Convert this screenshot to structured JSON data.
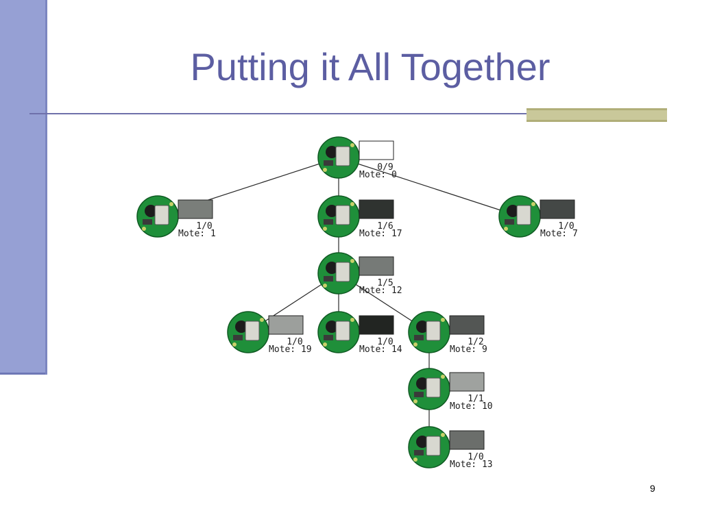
{
  "slide": {
    "title": "Putting it All Together",
    "page_number": "9"
  },
  "colors": {
    "sidebar": "#96a0d4",
    "title": "#5c5ea2",
    "rule": "#6e70aa",
    "accent": "#c9c89a",
    "mote_board": "#1f8f3a"
  },
  "tree": {
    "nodes": [
      {
        "id": "mote-0",
        "count": "0/9",
        "mote": "Mote: 0",
        "swatch": "#ffffff"
      },
      {
        "id": "mote-1",
        "count": "1/0",
        "mote": "Mote: 1",
        "swatch": "#7a7e7a"
      },
      {
        "id": "mote-17",
        "count": "1/6",
        "mote": "Mote: 17",
        "swatch": "#2f3330"
      },
      {
        "id": "mote-7",
        "count": "1/0",
        "mote": "Mote: 7",
        "swatch": "#444846"
      },
      {
        "id": "mote-12",
        "count": "1/5",
        "mote": "Mote: 12",
        "swatch": "#767a77"
      },
      {
        "id": "mote-19",
        "count": "1/0",
        "mote": "Mote: 19",
        "swatch": "#9c9f9c"
      },
      {
        "id": "mote-14",
        "count": "1/0",
        "mote": "Mote: 14",
        "swatch": "#222522"
      },
      {
        "id": "mote-9",
        "count": "1/2",
        "mote": "Mote: 9",
        "swatch": "#535654"
      },
      {
        "id": "mote-10",
        "count": "1/1",
        "mote": "Mote: 10",
        "swatch": "#9fa29f"
      },
      {
        "id": "mote-13",
        "count": "1/0",
        "mote": "Mote: 13",
        "swatch": "#6b6e6b"
      }
    ],
    "edges": [
      [
        "mote-0",
        "mote-1"
      ],
      [
        "mote-0",
        "mote-17"
      ],
      [
        "mote-0",
        "mote-7"
      ],
      [
        "mote-17",
        "mote-12"
      ],
      [
        "mote-12",
        "mote-19"
      ],
      [
        "mote-12",
        "mote-14"
      ],
      [
        "mote-12",
        "mote-9"
      ],
      [
        "mote-9",
        "mote-10"
      ],
      [
        "mote-10",
        "mote-13"
      ]
    ]
  }
}
